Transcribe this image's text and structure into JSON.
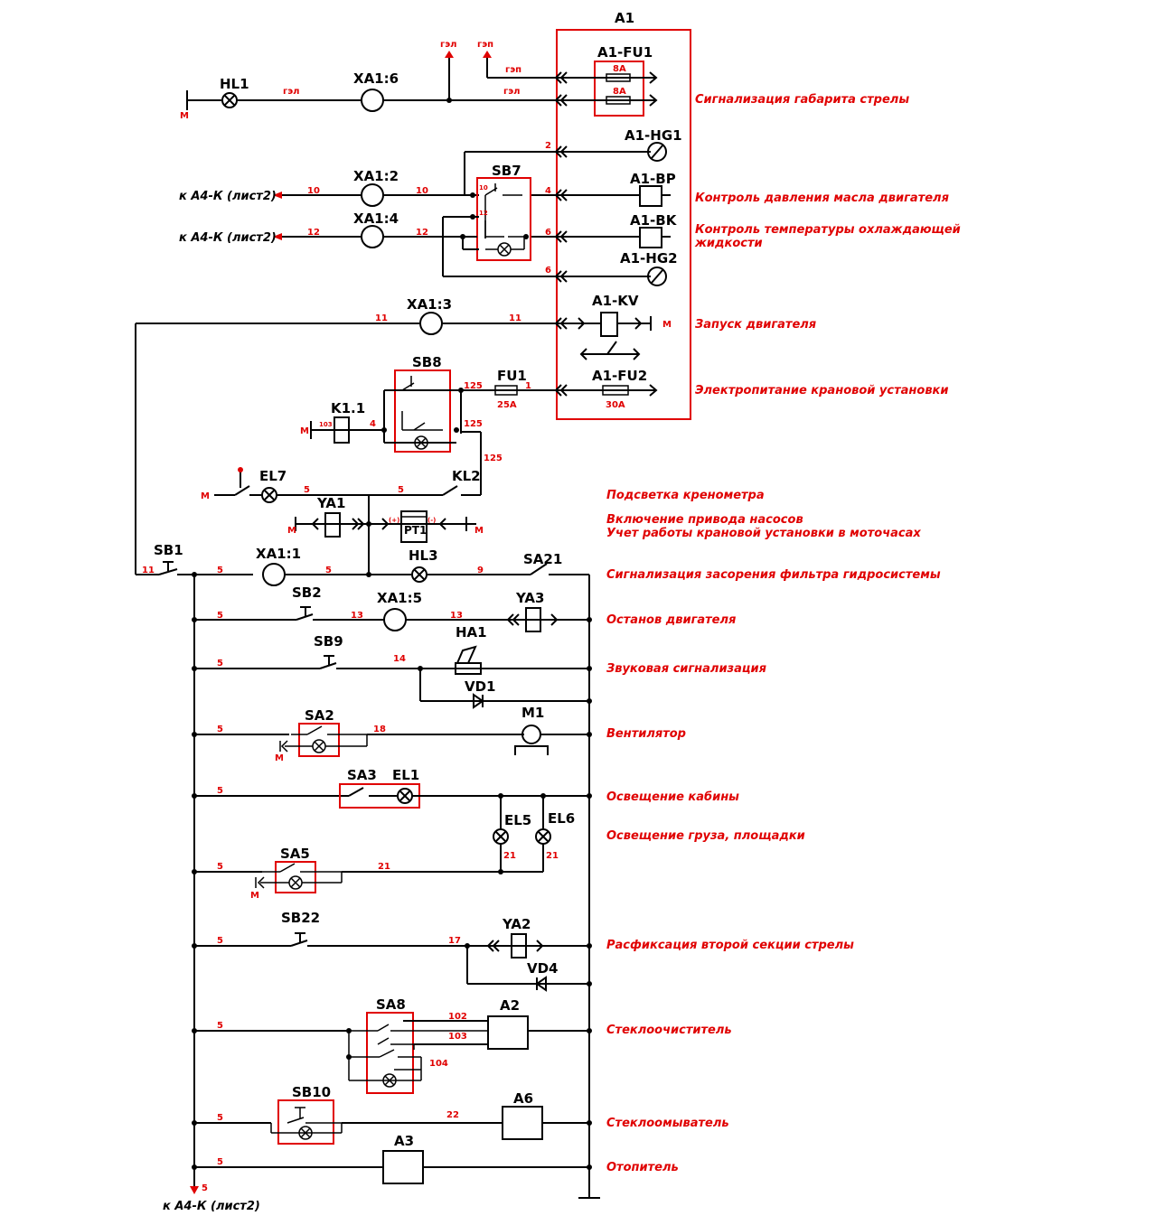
{
  "block": {
    "title": "A1"
  },
  "tags": {
    "HL1": "HL1",
    "XA1_6": "XA1:6",
    "A1_FU1": "A1-FU1",
    "FU1_rating_a": "8A",
    "FU1_rating_b": "8A",
    "A1_HG1": "A1-HG1",
    "A1_BP": "A1-BP",
    "A1_BK": "A1-BK",
    "A1_HG2": "A1-HG2",
    "XA1_2": "XA1:2",
    "XA1_4": "XA1:4",
    "SB7": "SB7",
    "XA1_3": "XA1:3",
    "A1_KV": "A1-KV",
    "SB8": "SB8",
    "FU1": "FU1",
    "FU1_rating": "25A",
    "A1_FU2": "A1-FU2",
    "A1_FU2_rating": "30A",
    "K1_1": "K1.1",
    "EL7": "EL7",
    "KL2": "KL2",
    "YA1": "YA1",
    "PT1": "PT1",
    "SB1": "SB1",
    "XA1_1": "XA1:1",
    "HL3": "HL3",
    "SA21": "SA21",
    "SB2": "SB2",
    "XA1_5": "XA1:5",
    "YA3": "YA3",
    "SB9": "SB9",
    "HA1": "HA1",
    "VD1": "VD1",
    "SA2": "SA2",
    "M1": "M1",
    "SA3": "SA3",
    "EL1": "EL1",
    "EL5": "EL5",
    "EL6": "EL6",
    "SA5": "SA5",
    "SB22": "SB22",
    "YA2": "YA2",
    "VD4": "VD4",
    "SA8": "SA8",
    "A2": "A2",
    "SB10": "SB10",
    "A6": "A6",
    "A3": "A3"
  },
  "wires": {
    "gep": "гэп",
    "gel": "гэл",
    "m": "M",
    "w2": "2",
    "w4": "4",
    "w6": "6",
    "w10": "10",
    "w12": "12",
    "w11": "11",
    "w125": "125",
    "w1": "1",
    "w103": "103",
    "w5": "5",
    "w9": "9",
    "w13": "13",
    "w14": "14",
    "w18": "18",
    "w21": "21",
    "w17": "17",
    "w102": "102",
    "w104": "104",
    "w22": "22",
    "plus": "(+)",
    "minus": "(-)"
  },
  "external": {
    "to_a4k_1": "к А4-К (лист2)",
    "to_a4k_2": "к А4-К (лист2)",
    "to_a4k_3": "к А4-К (лист2)"
  },
  "functions": [
    "Сигнализация габарита стрелы",
    "Контроль давления масла двигателя",
    "Контроль температуры охлаждающей",
    "жидкости",
    "Запуск двигателя",
    "Электропитание крановой установки",
    "Подсветка кренометра",
    "Включение привода насосов",
    "Учет работы крановой установки в моточасах",
    "Сигнализация засорения фильтра гидросистемы",
    "Останов двигателя",
    "Звуковая сигнализация",
    "Вентилятор",
    "Освещение кабины",
    "Освещение груза, площадки",
    "Расфиксация второй секции стрелы",
    "Стеклоочиститель",
    "Стеклоомыватель",
    "Отопитель"
  ]
}
